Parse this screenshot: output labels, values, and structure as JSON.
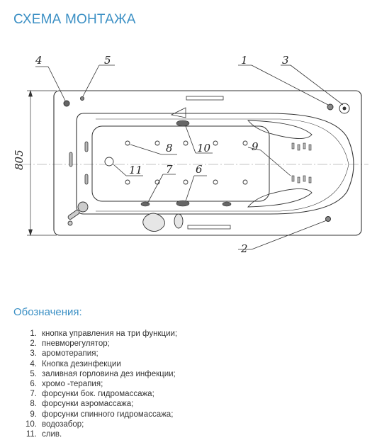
{
  "title": "СХЕМА МОНТАЖА",
  "dimension": "805",
  "callouts": [
    "1",
    "2",
    "3",
    "4",
    "5",
    "6",
    "7",
    "8",
    "9",
    "10",
    "11"
  ],
  "legend_title": "Обозначения:",
  "legend": [
    {
      "num": "1.",
      "text": "кнопка управления на три функции;"
    },
    {
      "num": "2.",
      "text": "пневморегулятор;"
    },
    {
      "num": "3.",
      "text": "аромотерапия;"
    },
    {
      "num": "4.",
      "text": "Кнопка дезинфекции"
    },
    {
      "num": "5.",
      "text": "заливная горловина дез инфекции;"
    },
    {
      "num": "6.",
      "text": "хромо -терапия;"
    },
    {
      "num": "7.",
      "text": "форсунки бок. гидромассажа;"
    },
    {
      "num": "8.",
      "text": "форсунки аэромассажа;"
    },
    {
      "num": "9.",
      "text": "форсунки спинного гидромассажа;"
    },
    {
      "num": "10.",
      "text": "водозабор;"
    },
    {
      "num": "11.",
      "text": "слив."
    }
  ],
  "colors": {
    "accent": "#3a8fc4",
    "line": "#333333"
  }
}
